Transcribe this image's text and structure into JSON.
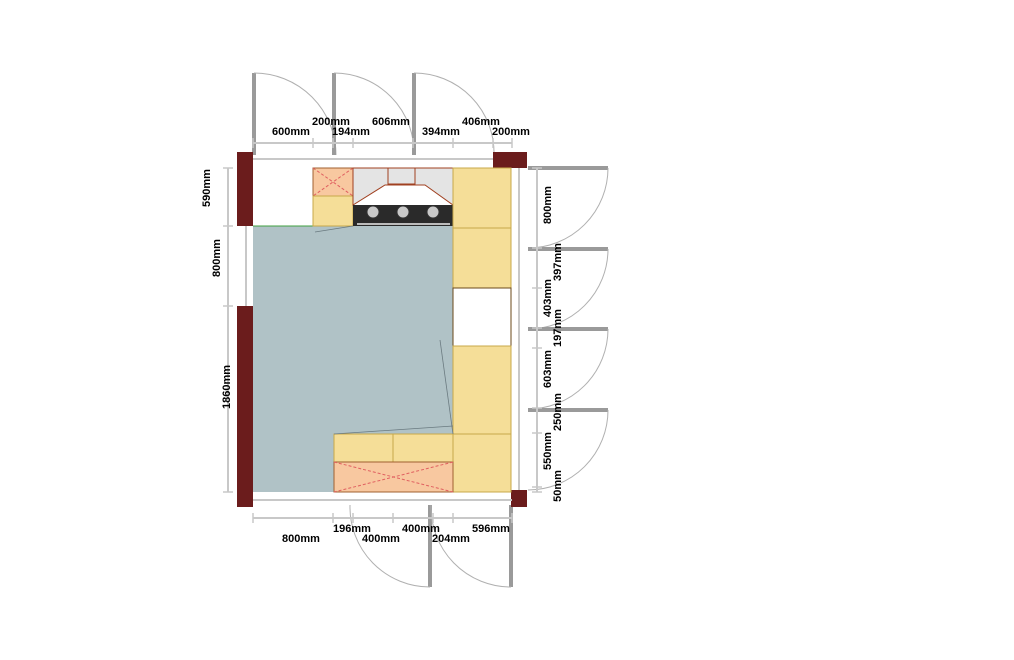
{
  "plan": {
    "top_dims_row1": [
      "200mm",
      "606mm",
      "406mm"
    ],
    "top_dims_row2": [
      "600mm",
      "194mm",
      "394mm",
      "200mm"
    ],
    "left_dims": [
      "590mm",
      "800mm",
      "1860mm"
    ],
    "right_dims": [
      "800mm",
      "397mm",
      "403mm",
      "197mm",
      "603mm",
      "250mm",
      "550mm",
      "50mm"
    ],
    "bottom_dims_row1": [
      "196mm",
      "400mm",
      "596mm"
    ],
    "bottom_dims_row2": [
      "800mm",
      "400mm",
      "204mm"
    ]
  },
  "colors": {
    "wall": "#6b1c1c",
    "floor": "#b0c2c6",
    "cabinet": "#f5de98",
    "accent_unit": "#f8c8a0",
    "door": "#9a9a9a"
  }
}
